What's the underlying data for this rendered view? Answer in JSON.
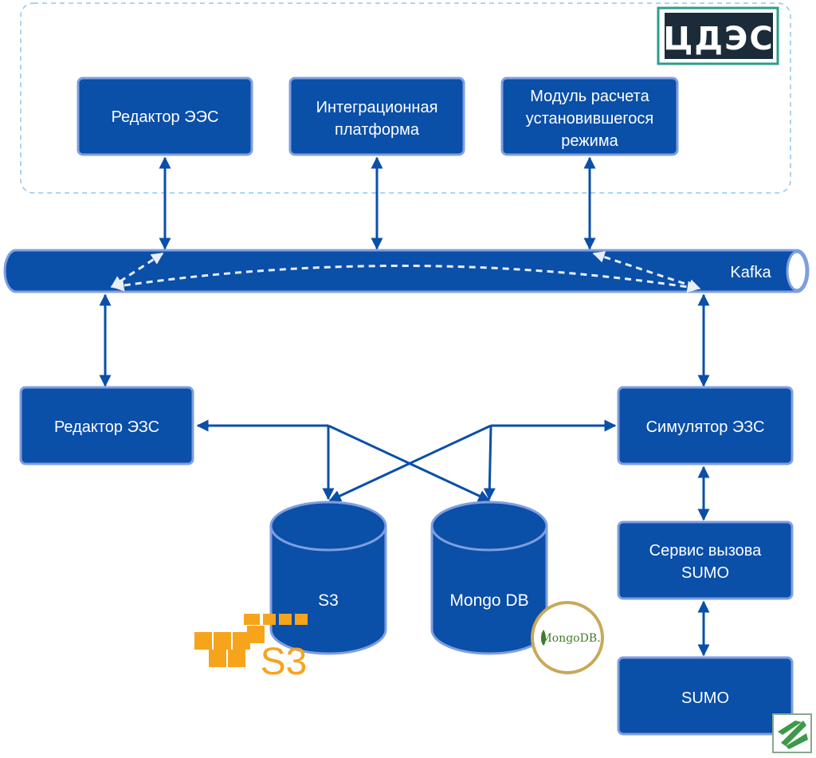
{
  "colors": {
    "box_fill": "#0a4fa8",
    "box_border": "#7f9ee0",
    "arrow": "#0a4fa8",
    "dashed_arrow": "#ffffff",
    "group_border": "#8ec6f0",
    "s3_orange": "#f7a41d",
    "mongo_green": "#3f7c2a",
    "mongo_ring": "#c8a95a",
    "logo_teal": "#2a9e8e",
    "logo_dark": "#1c2b3a"
  },
  "logo": {
    "text": "ЦДЭС"
  },
  "top_group": {
    "editor": "Редактор ЭЭС",
    "integration": [
      "Интеграционная",
      "платформа"
    ],
    "calc_module": [
      "Модуль расчета",
      "установившегося",
      "режима"
    ]
  },
  "bus": {
    "label": "Kafka"
  },
  "left_editor": "Редактор ЭЗС",
  "simulator": "Симулятор ЭЗС",
  "sumo_service": [
    "Сервис вызова",
    "SUMO"
  ],
  "sumo": "SUMO",
  "storage": {
    "s3": "S3",
    "mongo": "Mongo DB",
    "s3_logo_text": "S3",
    "mongo_logo_text": "MongoDB."
  }
}
